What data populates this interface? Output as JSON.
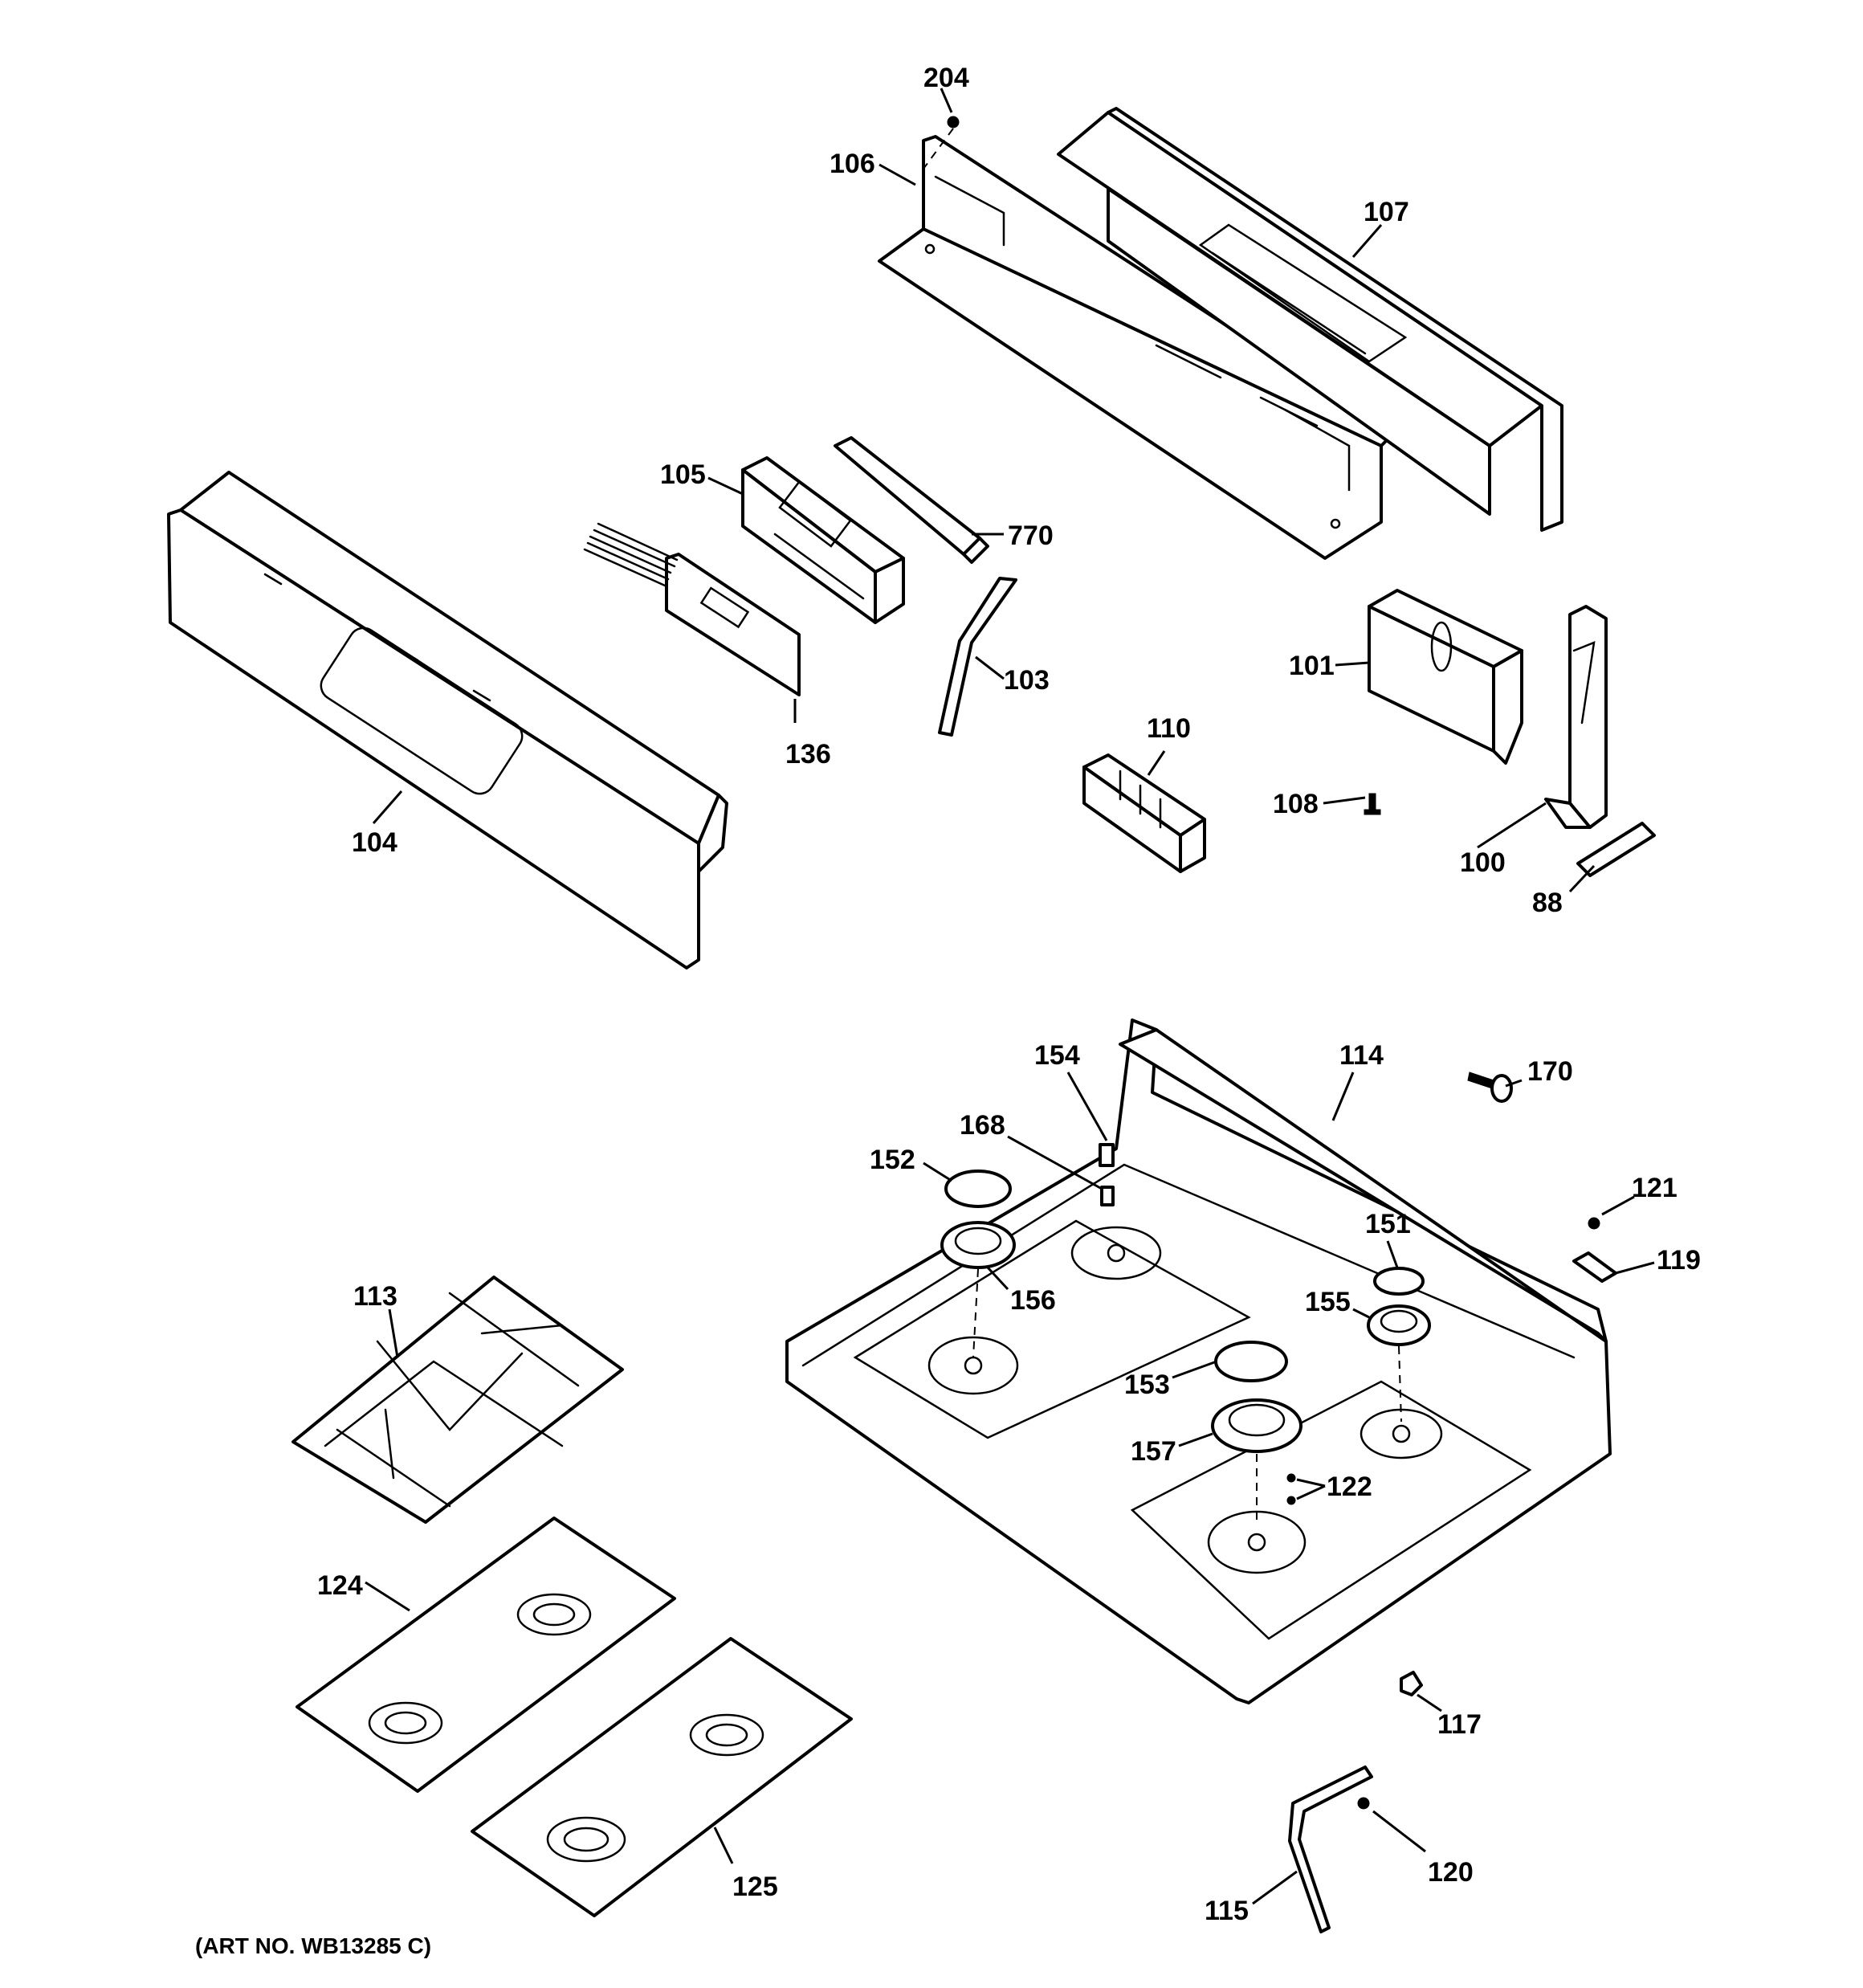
{
  "callouts": {
    "p204": "204",
    "p106": "106",
    "p107": "107",
    "p105": "105",
    "p770": "770",
    "p101": "101",
    "p103": "103",
    "p136": "136",
    "p104": "104",
    "p110": "110",
    "p108": "108",
    "p100": "100",
    "p88": "88",
    "p114": "114",
    "p154": "154",
    "p170": "170",
    "p168": "168",
    "p152": "152",
    "p121": "121",
    "p151": "151",
    "p119": "119",
    "p156": "156",
    "p155": "155",
    "p113": "113",
    "p153": "153",
    "p157": "157",
    "p122": "122",
    "p124": "124",
    "p117": "117",
    "p120": "120",
    "p125": "125",
    "p115": "115"
  },
  "caption": "(ART NO. WB13285 C)"
}
